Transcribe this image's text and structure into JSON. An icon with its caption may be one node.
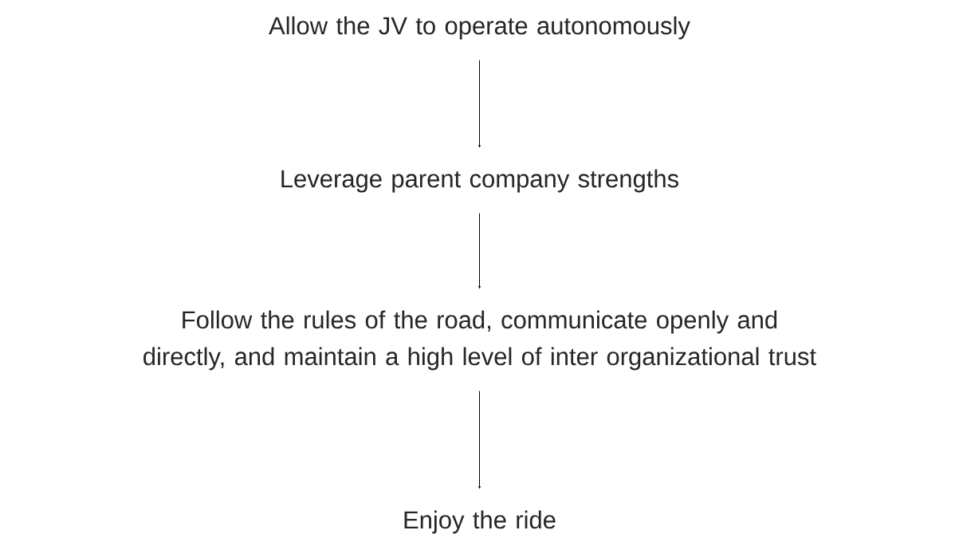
{
  "diagram": {
    "nodes": [
      {
        "text": [
          "Allow the JV to operate autonomously"
        ]
      },
      {
        "text": [
          "Leverage parent company strengths"
        ]
      },
      {
        "text": [
          "Follow the rules of the road, communicate openly and directly, and maintain a high level of inter organizational trust"
        ]
      },
      {
        "text": [
          "Enjoy the ride"
        ]
      }
    ],
    "edges": [
      {
        "from": 0,
        "to": 1,
        "arrow": "to"
      },
      {
        "from": 1,
        "to": 2,
        "arrow": "to"
      },
      {
        "from": 2,
        "to": 3,
        "arrow": "to"
      }
    ]
  }
}
